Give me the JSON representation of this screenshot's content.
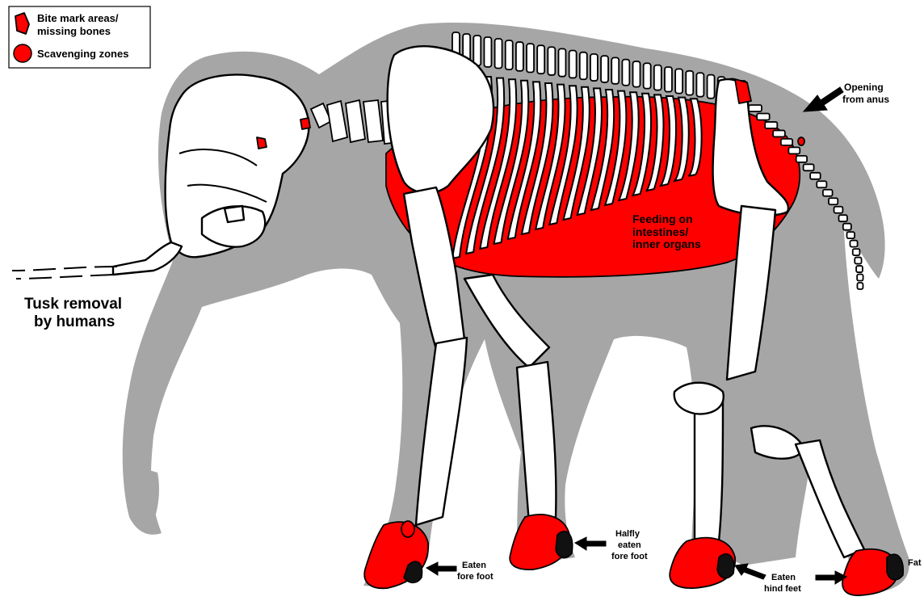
{
  "legend": {
    "items": [
      {
        "label_line1": "Bite mark areas/",
        "label_line2": "missing bones",
        "symbol": "bite-mark-shape",
        "color": "#ff0000"
      },
      {
        "label_line1": "Scavenging zones",
        "label_line2": "",
        "symbol": "scavenging-circle",
        "color": "#ff0000"
      }
    ]
  },
  "labels": {
    "tusk_line1": "Tusk removal",
    "tusk_line2": "by humans",
    "anus_line1": "Opening",
    "anus_line2": "from anus",
    "organs_line1": "Feeding on",
    "organs_line2": "intestines/",
    "organs_line3": "inner organs",
    "fore_eaten_line1": "Eaten",
    "fore_eaten_line2": "fore foot",
    "fore_half_line1": "Halfly",
    "fore_half_line2": "eaten",
    "fore_half_line3": "fore foot",
    "hind_eaten_line1": "Eaten",
    "hind_eaten_line2": "hind feet",
    "fat": "Fat"
  },
  "colors": {
    "silhouette": "#a6a6a6",
    "bone": "#ffffff",
    "scavenged": "#ff0000",
    "fat": "#111111",
    "outline": "#000000"
  }
}
